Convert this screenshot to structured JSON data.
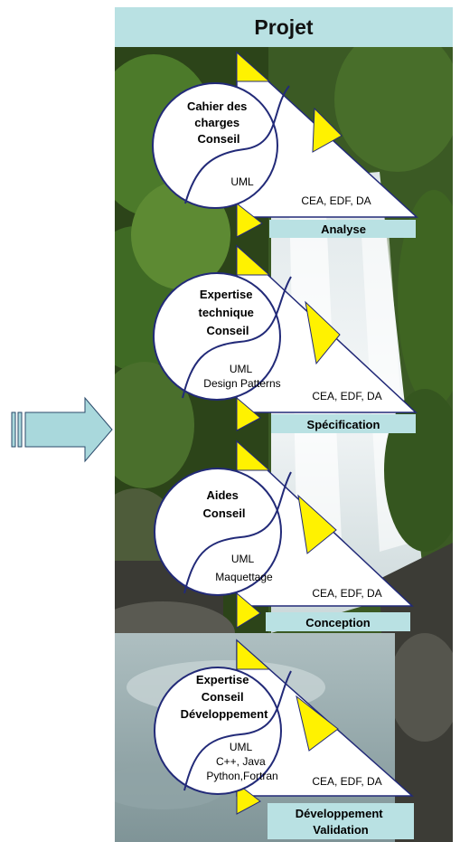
{
  "title": "Projet",
  "colors": {
    "banner": "#b9e1e3",
    "arrow": "#a9d8dc",
    "triangle": "#fff200",
    "circle_stroke": "#222a78",
    "forest_dark": "#2f4a1c",
    "waterfall": "#e8eef0"
  },
  "stages": [
    {
      "circle_lines": [
        "Cahier des",
        "charges",
        "Conseil"
      ],
      "tool_lines": [
        "UML"
      ],
      "partners": "CEA, EDF, DA",
      "phase_lines": [
        "Analyse"
      ]
    },
    {
      "circle_lines": [
        "Expertise",
        "technique",
        "Conseil"
      ],
      "tool_lines": [
        "UML",
        "Design Patterns"
      ],
      "partners": "CEA, EDF, DA",
      "phase_lines": [
        "Spécification"
      ]
    },
    {
      "circle_lines": [
        "Aides",
        "Conseil"
      ],
      "tool_lines": [
        "UML",
        "Maquettage"
      ],
      "partners": "CEA, EDF, DA",
      "phase_lines": [
        "Conception"
      ]
    },
    {
      "circle_lines": [
        "Expertise",
        "Conseil",
        "Développement"
      ],
      "tool_lines": [
        "UML",
        "C++, Java",
        "Python,Fortran"
      ],
      "partners": "CEA, EDF, DA",
      "phase_lines": [
        "Développement",
        "Validation"
      ]
    }
  ]
}
